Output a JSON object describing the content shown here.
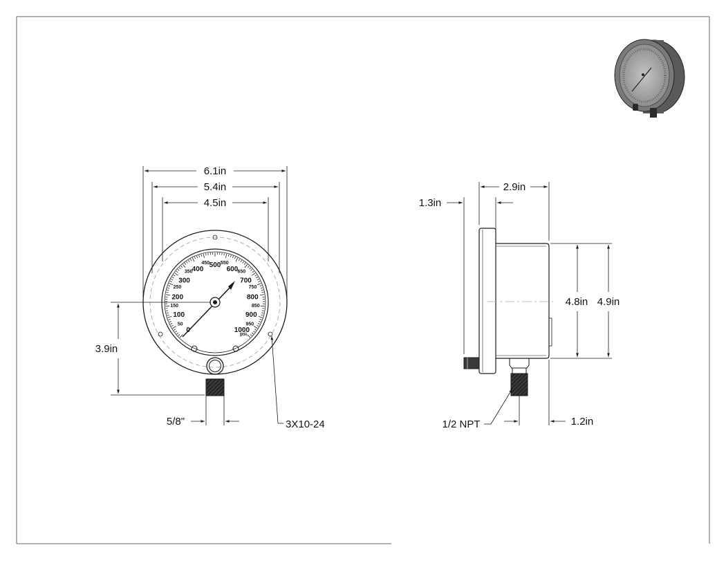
{
  "front_view": {
    "dim_overall_width": "6.1in",
    "dim_case_width": "5.4in",
    "dim_dial_width": "4.5in",
    "dim_center_height": "3.9in",
    "dim_wrench_flat": "5/8\"",
    "dim_mount_screws": "3X10-24",
    "dial": {
      "major_labels": [
        "0",
        "100",
        "200",
        "300",
        "400",
        "500",
        "600",
        "700",
        "800",
        "900",
        "1000"
      ],
      "minor_labels": [
        "50",
        "150",
        "250",
        "350",
        "450",
        "550",
        "650",
        "750",
        "850",
        "950"
      ],
      "unit": "psi"
    }
  },
  "side_view": {
    "dim_depth": "2.9in",
    "dim_bezel": "1.3in",
    "dim_height_inner": "4.8in",
    "dim_height_outer": "4.9in",
    "dim_stem_offset": "1.2in",
    "dim_thread": "1/2 NPT"
  },
  "colors": {
    "line": "#1a1a1a",
    "hidden_line": "#888888",
    "frame": "#666666",
    "thumbnail_body": "#6e6e6e",
    "thumbnail_face": "#a8a8a8"
  }
}
